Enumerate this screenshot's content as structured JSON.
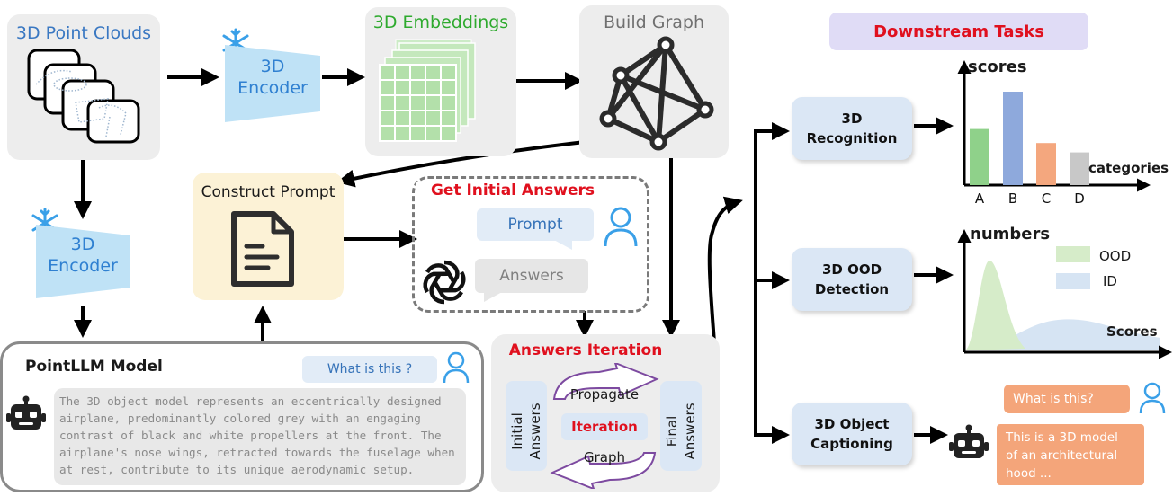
{
  "point_clouds": {
    "title": "3D Point Clouds"
  },
  "encoder_top": {
    "label_line1": "3D",
    "label_line2": "Encoder"
  },
  "encoder_left": {
    "label_line1": "3D",
    "label_line2": "Encoder"
  },
  "embeddings": {
    "title": "3D Embeddings"
  },
  "build_graph": {
    "title": "Build Graph"
  },
  "construct_prompt": {
    "title": "Construct Prompt"
  },
  "initial_answers": {
    "title": "Get Initial Answers",
    "prompt_label": "Prompt",
    "answers_label": "Answers"
  },
  "pointllm": {
    "title": "PointLLM Model",
    "question": "What is this ?",
    "lines": [
      "The 3D object model represents an eccentrically designed",
      "airplane, predominantly colored grey with an engaging",
      "contrast of black and white propellers at the front. The",
      "airplane's nose wings, retracted towards the fuselage when",
      "at rest, contribute to its unique aerodynamic setup."
    ]
  },
  "iteration": {
    "title": "Answers Iteration",
    "initial_line1": "Initial",
    "initial_line2": "Answers",
    "final_line1": "Final",
    "final_line2": "Answers",
    "propagate": "Propagate",
    "center": "Iteration",
    "graph": "Graph"
  },
  "downstream": {
    "title": "Downstream Tasks",
    "tasks": [
      {
        "line1": "3D",
        "line2": "Recognition"
      },
      {
        "line1": "3D OOD",
        "line2": "Detection"
      },
      {
        "line1": "3D Object",
        "line2": "Captioning"
      }
    ]
  },
  "chart_data": [
    {
      "type": "bar",
      "ylabel": "scores",
      "xlabel": "categories",
      "categories": [
        "A",
        "B",
        "C",
        "D"
      ],
      "values": [
        0.6,
        1.0,
        0.45,
        0.35
      ],
      "colors": [
        "#8fd18a",
        "#8ea9dc",
        "#f4a77e",
        "#c8c8c8"
      ]
    },
    {
      "type": "area",
      "ylabel": "numbers",
      "xlabel": "Scores",
      "series": [
        {
          "name": "OOD",
          "color": "#d6ecc9"
        },
        {
          "name": "ID",
          "color": "#d6e4f3"
        }
      ]
    }
  ],
  "captioning": {
    "question": "What is this?",
    "answer_lines": [
      "This is a 3D model",
      "of an architectural",
      "hood ..."
    ]
  }
}
